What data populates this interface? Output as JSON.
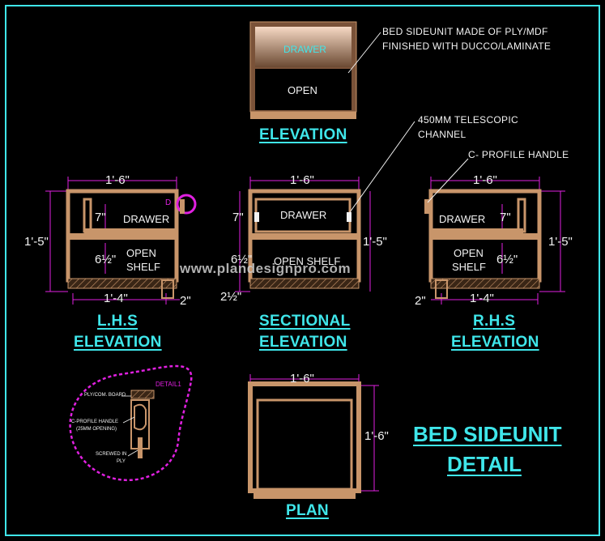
{
  "elevation": {
    "drawer_label": "DRAWER",
    "open_label": "OPEN",
    "title": "ELEVATION",
    "note_line1": "BED SIDEUNIT MADE OF PLY/MDF",
    "note_line2": "FINISHED WITH DUCCO/LAMINATE"
  },
  "callouts": {
    "channel_line1": "450MM TELESCOPIC",
    "channel_line2": "CHANNEL",
    "handle": "C- PROFILE HANDLE"
  },
  "lhs": {
    "width": "1'-6\"",
    "height": "1'-5\"",
    "drawer_h": "7\"",
    "shelf_h": "6½\"",
    "drawer_label": "DRAWER",
    "shelf_line1": "OPEN",
    "shelf_line2": "SHELF",
    "bottom_w": "1'-4\"",
    "leg": "2\"",
    "tag": "D",
    "title_line1": "L.H.S",
    "title_line2": "ELEVATION"
  },
  "sectional": {
    "width": "1'-6\"",
    "height": "1'-5\"",
    "drawer_h": "7\"",
    "shelf_h": "6½\"",
    "base_h": "2½\"",
    "drawer_label": "DRAWER",
    "shelf_label": "OPEN SHELF",
    "title_line1": "SECTIONAL",
    "title_line2": "ELEVATION"
  },
  "rhs": {
    "width": "1'-6\"",
    "height": "1'-5\"",
    "drawer_h": "7\"",
    "shelf_h": "6½\"",
    "drawer_label": "DRAWER",
    "shelf_line1": "OPEN",
    "shelf_line2": "SHELF",
    "bottom_w": "1'-4\"",
    "leg": "2\"",
    "title_line1": "R.H.S",
    "title_line2": "ELEVATION"
  },
  "detail": {
    "tag": "DETAIL1",
    "label_board": "PLY/COM. BOARD",
    "label_handle1": "C-PROFILE HANDLE",
    "label_handle2": "(25MM OPENING)",
    "label_screw1": "SCREWED IN",
    "label_screw2": "PLY"
  },
  "plan": {
    "width": "1'-6\"",
    "depth": "1'-6\"",
    "title": "PLAN"
  },
  "watermark": "www.plandesignpro.com",
  "main_title": {
    "line1": "BED SIDEUNIT",
    "line2": "DETAIL"
  },
  "colors": {
    "frame": "#3fe6ea",
    "dimension": "#e020e0",
    "wood": "#c8956a",
    "title": "#3fe6ea"
  }
}
